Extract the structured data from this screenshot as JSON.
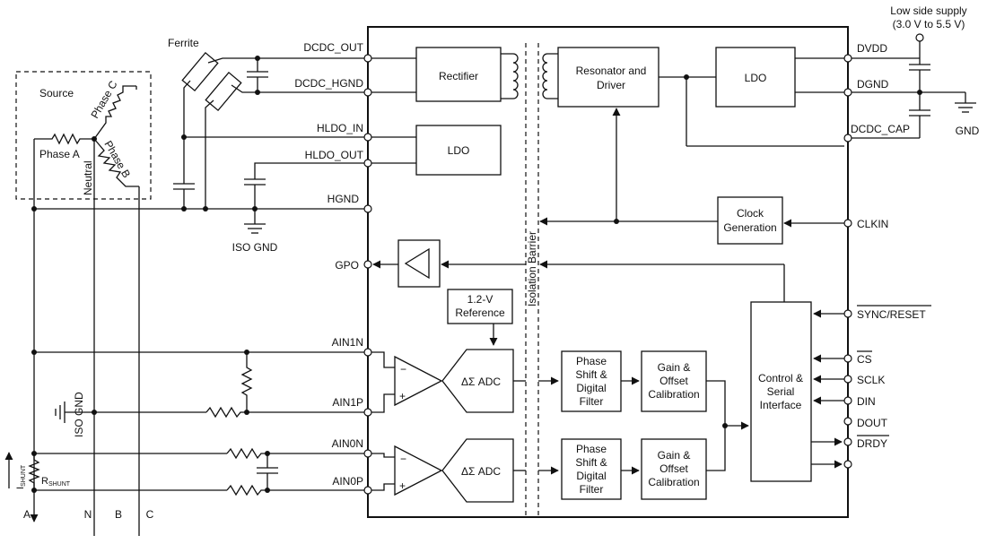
{
  "supply": {
    "line1": "Low side supply",
    "line2": "(3.0 V to 5.5 V)"
  },
  "source": {
    "title": "Source",
    "phase_a": "Phase A",
    "phase_b": "Phase B",
    "phase_c": "Phase C",
    "neutral": "Neutral"
  },
  "labels": {
    "ferrite": "Ferrite",
    "iso_gnd_top": "ISO GND",
    "iso_gnd_left": "ISO GND",
    "gnd": "GND",
    "isolation_barrier": "Isolation Barrier",
    "i_shunt_main": "I",
    "i_shunt_sub": "SHUNT",
    "r_shunt_main": "R",
    "r_shunt_sub": "SHUNT",
    "line_a": "A",
    "line_n": "N",
    "line_b": "B",
    "line_c": "C",
    "plus": "+",
    "minus": "−"
  },
  "pins_left": {
    "dcdc_out": "DCDC_OUT",
    "dcdc_hgnd": "DCDC_HGND",
    "hldo_in": "HLDO_IN",
    "hldo_out": "HLDO_OUT",
    "hgnd": "HGND",
    "gpo": "GPO",
    "ain1n": "AIN1N",
    "ain1p": "AIN1P",
    "ain0n": "AIN0N",
    "ain0p": "AIN0P"
  },
  "pins_right": {
    "dvdd": "DVDD",
    "dgnd": "DGND",
    "dcdc_cap": "DCDC_CAP",
    "clkin": "CLKIN",
    "sync_reset": "SYNC/RESET",
    "cs": "CS",
    "sclk": "SCLK",
    "din": "DIN",
    "dout": "DOUT",
    "drdy": "DRDY"
  },
  "blocks": {
    "rectifier": "Rectifier",
    "ldo_high": "LDO",
    "resonator": {
      "line1": "Resonator and",
      "line2": "Driver"
    },
    "ldo_low": "LDO",
    "clock": {
      "line1": "Clock",
      "line2": "Generation"
    },
    "reference": {
      "line1": "1.2-V",
      "line2": "Reference"
    },
    "adc1": "ΔΣ ADC",
    "adc0": "ΔΣ ADC",
    "phase_shift": {
      "line1": "Phase",
      "line2": "Shift &",
      "line3": "Digital",
      "line4": "Filter"
    },
    "gain_offset": {
      "line1": "Gain &",
      "line2": "Offset",
      "line3": "Calibration"
    },
    "control": {
      "line1": "Control &",
      "line2": "Serial",
      "line3": "Interface"
    }
  }
}
